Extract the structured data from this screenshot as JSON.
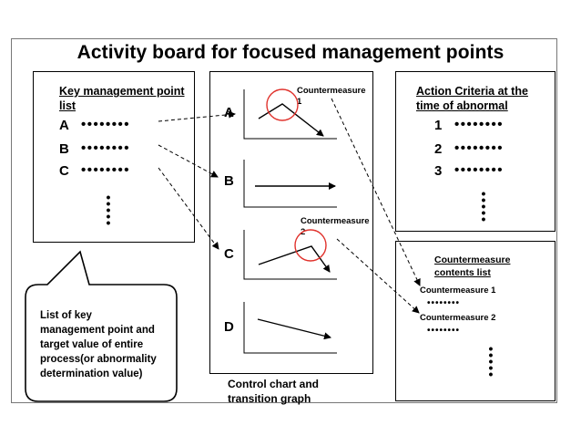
{
  "title": "Activity board for focused management points",
  "left_panel": {
    "heading_line1": "Key management point",
    "heading_line2": "list",
    "items": [
      {
        "label": "A",
        "dots": "••••••••"
      },
      {
        "label": "B",
        "dots": "••••••••"
      },
      {
        "label": "C",
        "dots": "••••••••"
      }
    ]
  },
  "callout": {
    "line1": "List of key",
    "line2": "management point and",
    "line3": "target value of entire",
    "line4": "process(or abnormality",
    "line5": "determination value)"
  },
  "center_panel": {
    "charts": [
      "A",
      "B",
      "C",
      "D"
    ],
    "countermeasure1_line1": "Countermeasure",
    "countermeasure1_line2": "1",
    "countermeasure2_line1": "Countermeasure",
    "countermeasure2_line2": "2",
    "caption_line1": "Control chart and",
    "caption_line2": "transition graph"
  },
  "right_top_panel": {
    "heading_line1": "Action Criteria at the",
    "heading_line2": "time of abnormal",
    "items": [
      {
        "label": "1",
        "dots": "••••••••"
      },
      {
        "label": "2",
        "dots": "••••••••"
      },
      {
        "label": "3",
        "dots": "••••••••"
      }
    ]
  },
  "right_bottom_panel": {
    "heading_line1": "Countermeasure",
    "heading_line2": "contents list",
    "item1": "Countermeasure 1",
    "item1_dots": "••••••••",
    "item2": "Countermeasure 2",
    "item2_dots": "••••••••"
  },
  "colors": {
    "highlight_circle": "#e0312b",
    "stroke": "#000000"
  }
}
